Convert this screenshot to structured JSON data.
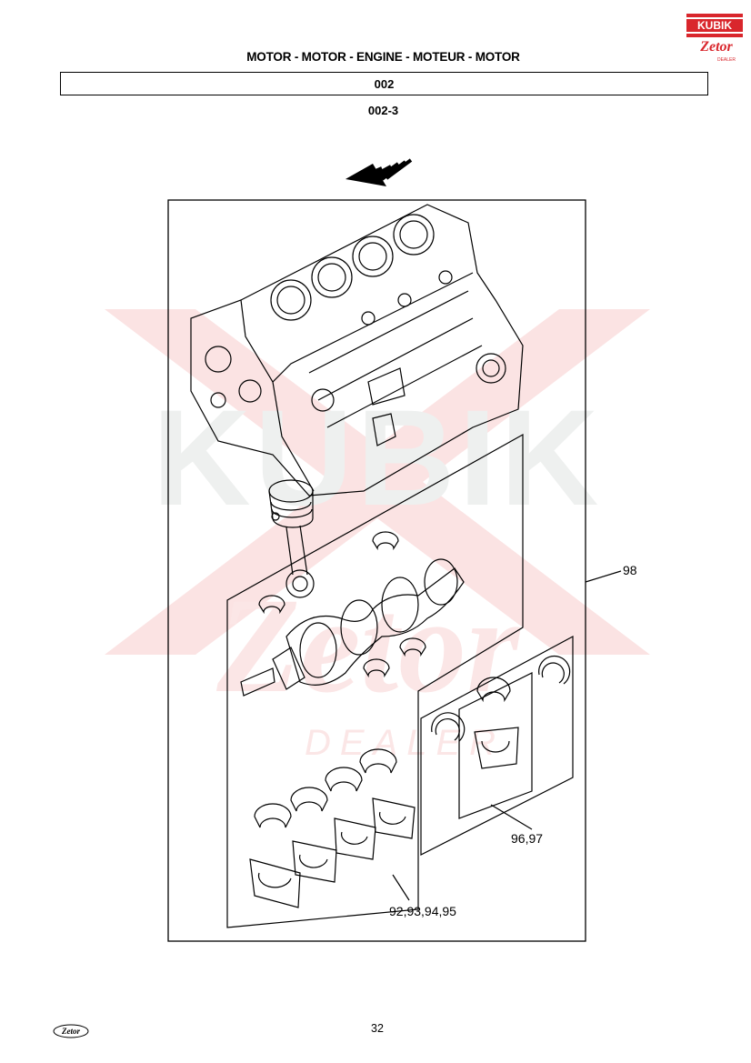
{
  "header": {
    "title": "MOTOR - MOTOR - ENGINE - MOTEUR - MOTOR",
    "section_code": "002",
    "subsection_code": "002-3"
  },
  "logo": {
    "brand_top": "KUBIK",
    "brand_bottom": "Zetor",
    "tagline": "DEALER"
  },
  "watermark": {
    "brand": "KUBIK",
    "script": "Zetor",
    "tagline": "DEALER"
  },
  "callouts": {
    "kit_98": "98",
    "kit_96_97": "96,97",
    "kit_92_95": "92,93,94,95"
  },
  "footer": {
    "brand": "Zetor",
    "page_number": "32"
  },
  "colors": {
    "ink": "#000000",
    "brand_red": "#d9262c",
    "watermark_red": "#fbe3e3",
    "watermark_gray": "#eef0ef"
  }
}
